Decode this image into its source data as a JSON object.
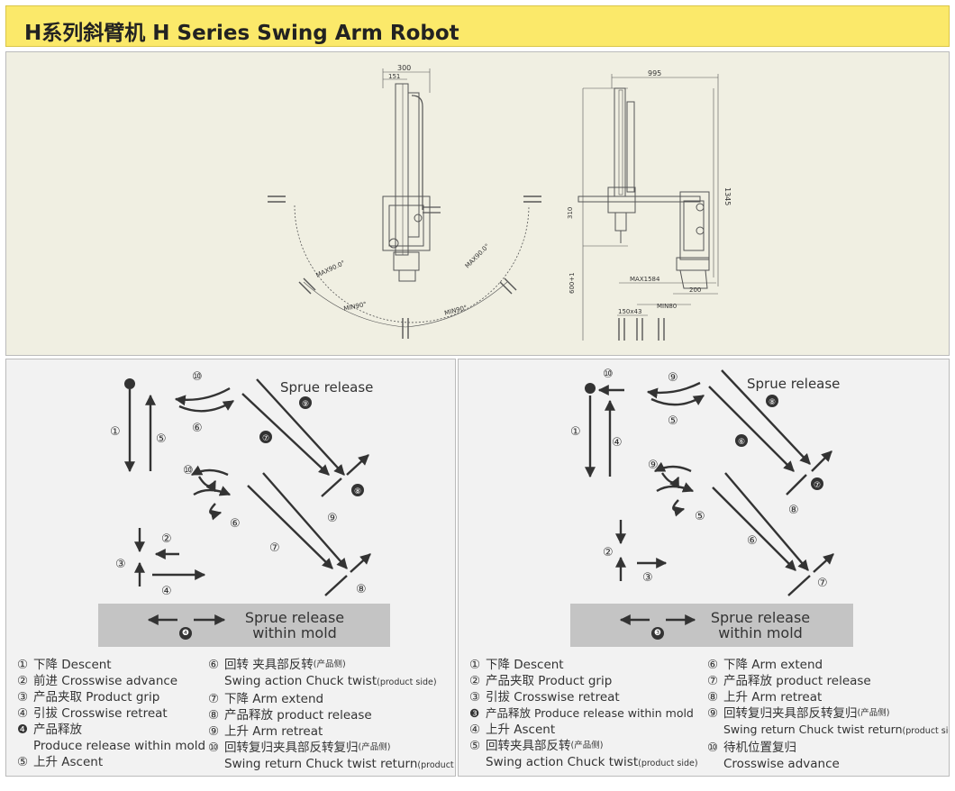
{
  "header": {
    "title": "H系列斜臂机   H Series Swing Arm Robot"
  },
  "drawing": {
    "front": {
      "dims": [
        "300",
        "151"
      ],
      "notes": [
        "MAX90.0°",
        "MAX90.0°",
        "MIN90°",
        "MIN90°"
      ]
    },
    "side": {
      "dims": [
        "995",
        "1345",
        "310",
        "600+1",
        "MAX1584",
        "200",
        "MIN80",
        "150x43"
      ]
    }
  },
  "left_seq": {
    "top_label": "Sprue release",
    "mold_label_1": "Sprue release",
    "mold_label_2": "within mold",
    "nums": {
      "n1": "①",
      "n2": "②",
      "n3": "③",
      "n4": "④",
      "n5": "⑤",
      "n6": "⑥",
      "n6b": "⑥",
      "n7": "⑦",
      "n7b": "⑦",
      "n8": "⑧",
      "n8b": "⑧",
      "n9": "⑨",
      "n9b": "⑨",
      "n10": "⑩",
      "n10b": "⑩",
      "n4b": "❹"
    },
    "legend_col1": [
      {
        "num": "①",
        "text": "下降 Descent"
      },
      {
        "num": "②",
        "text": "前进 Crosswise advance"
      },
      {
        "num": "③",
        "text": "产品夹取 Product grip"
      },
      {
        "num": "④",
        "text": "引拔 Crosswise retreat"
      },
      {
        "num": "❹",
        "text": "产品释放",
        "sub": "Produce release within mold"
      },
      {
        "num": "⑤",
        "text": "上升 Ascent"
      }
    ],
    "legend_col2": [
      {
        "num": "⑥",
        "text": "回转 夹具部反转",
        "small": "(产品侧)",
        "sub": "Swing action Chuck twist",
        "sub_small": "(product side)"
      },
      {
        "num": "⑦",
        "text": "下降 Arm extend"
      },
      {
        "num": "⑧",
        "text": "产品释放 product release"
      },
      {
        "num": "⑨",
        "text": "上升 Arm retreat"
      },
      {
        "num": "⑩",
        "text": "回转复归夹具部反转复归",
        "small": "(产品侧)",
        "sub": "Swing return Chuck twist return",
        "sub_small": "(product side)"
      }
    ]
  },
  "right_seq": {
    "top_label": "Sprue release",
    "mold_label_1": "Sprue release",
    "mold_label_2": "within mold",
    "nums": {
      "n1": "①",
      "n2": "②",
      "n3": "③",
      "n4": "④",
      "n5": "⑤",
      "n5b": "⑤",
      "n6": "⑥",
      "n6b": "⑥",
      "n7": "⑦",
      "n7b": "⑦",
      "n8": "⑧",
      "n8b": "⑧",
      "n9": "⑨",
      "n9b": "⑨",
      "n10": "⑩",
      "n3b": "❸"
    },
    "legend_col1": [
      {
        "num": "①",
        "text": "下降 Descent"
      },
      {
        "num": "②",
        "text": "产品夹取 Product grip"
      },
      {
        "num": "③",
        "text": "引拔 Crosswise retreat"
      },
      {
        "num": "❸",
        "text": "产品释放 Produce release within mold"
      },
      {
        "num": "④",
        "text": "上升 Ascent"
      },
      {
        "num": "⑤",
        "text": "回转夹具部反转",
        "small": "(产品侧)",
        "sub": "Swing action Chuck twist",
        "sub_small": "(product side)"
      }
    ],
    "legend_col2": [
      {
        "num": "⑥",
        "text": "下降 Arm extend"
      },
      {
        "num": "⑦",
        "text": "产品释放 product release"
      },
      {
        "num": "⑧",
        "text": "上升 Arm retreat"
      },
      {
        "num": "⑨",
        "text": "回转复归夹具部反转复归",
        "small": "(产品侧)",
        "sub": "Swing return Chuck twist return",
        "sub_small": "(product side)"
      },
      {
        "num": "⑩",
        "text": "待机位置复归",
        "sub": "Crosswise advance"
      }
    ]
  }
}
